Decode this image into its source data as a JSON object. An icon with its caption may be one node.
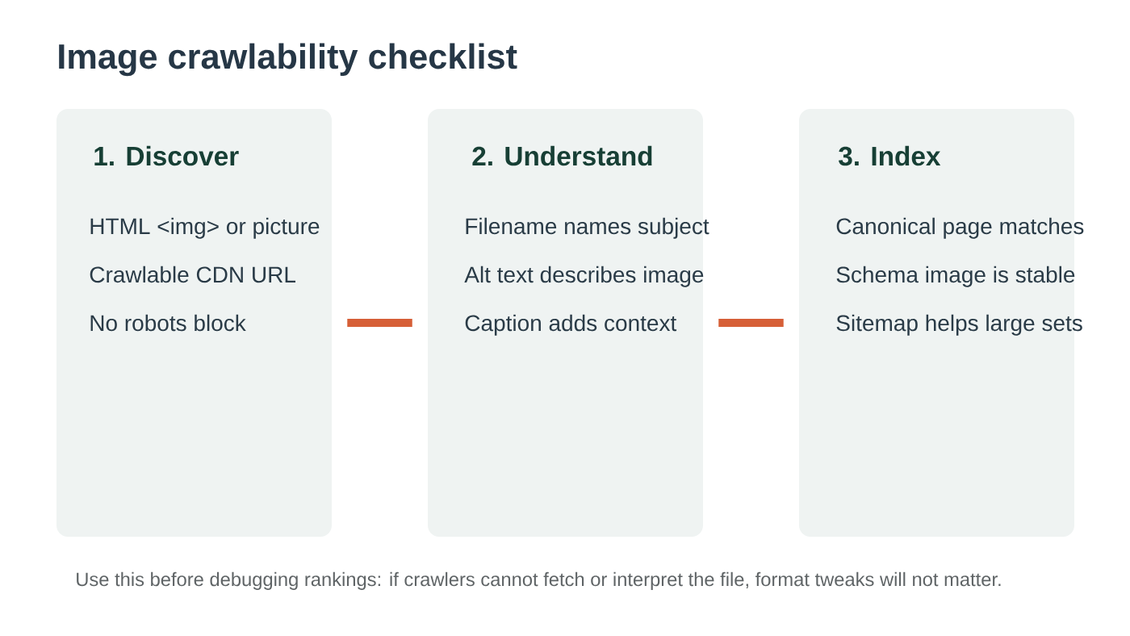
{
  "diagram": {
    "title": "Image crawlability checklist",
    "caption": "Use this before debugging rankings: if crawlers cannot fetch or interpret the file, format tweaks will not matter.",
    "nodes": [
      {
        "text": [
          "1. Discover",
          "HTML <img> or picture",
          "Crawlable CDN URL",
          "No robots block"
        ]
      },
      {
        "text": [
          "2. Understand",
          "Filename names subject",
          "Alt text describes image",
          "Caption adds context"
        ]
      },
      {
        "text": [
          "3. Index",
          "Canonical page matches",
          "Schema image is stable",
          "Sitemap helps large sets"
        ]
      }
    ],
    "edges": [
      {
        "from": 0,
        "to": 1,
        "arrow": "none"
      },
      {
        "from": 1,
        "to": 2,
        "arrow": "none"
      }
    ]
  }
}
